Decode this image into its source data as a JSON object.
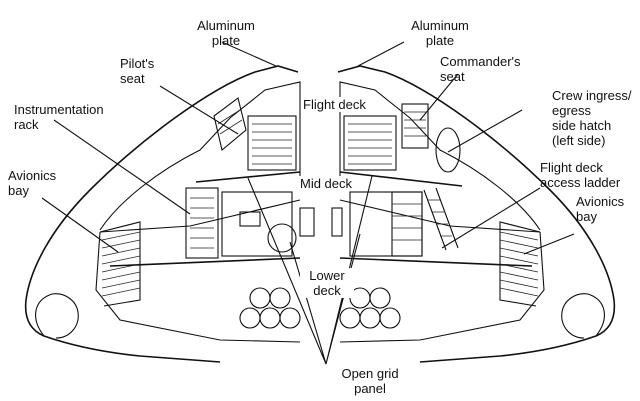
{
  "labels": {
    "aluminum_plate_left": "Aluminum\nplate",
    "aluminum_plate_right": "Aluminum\nplate",
    "pilots_seat": "Pilot's\nseat",
    "commanders_seat": "Commander's\nseat",
    "instrumentation_rack": "Instrumentation\nrack",
    "crew_hatch": "Crew ingress/\negress\nside hatch\n(left side)",
    "flight_deck": "Flight deck",
    "avionics_bay_left": "Avionics\nbay",
    "flight_deck_ladder": "Flight deck\naccess ladder",
    "avionics_bay_right": "Avionics\nbay",
    "mid_deck": "Mid deck",
    "lower_deck": "Lower\ndeck",
    "open_grid_panel": "Open grid\npanel"
  }
}
